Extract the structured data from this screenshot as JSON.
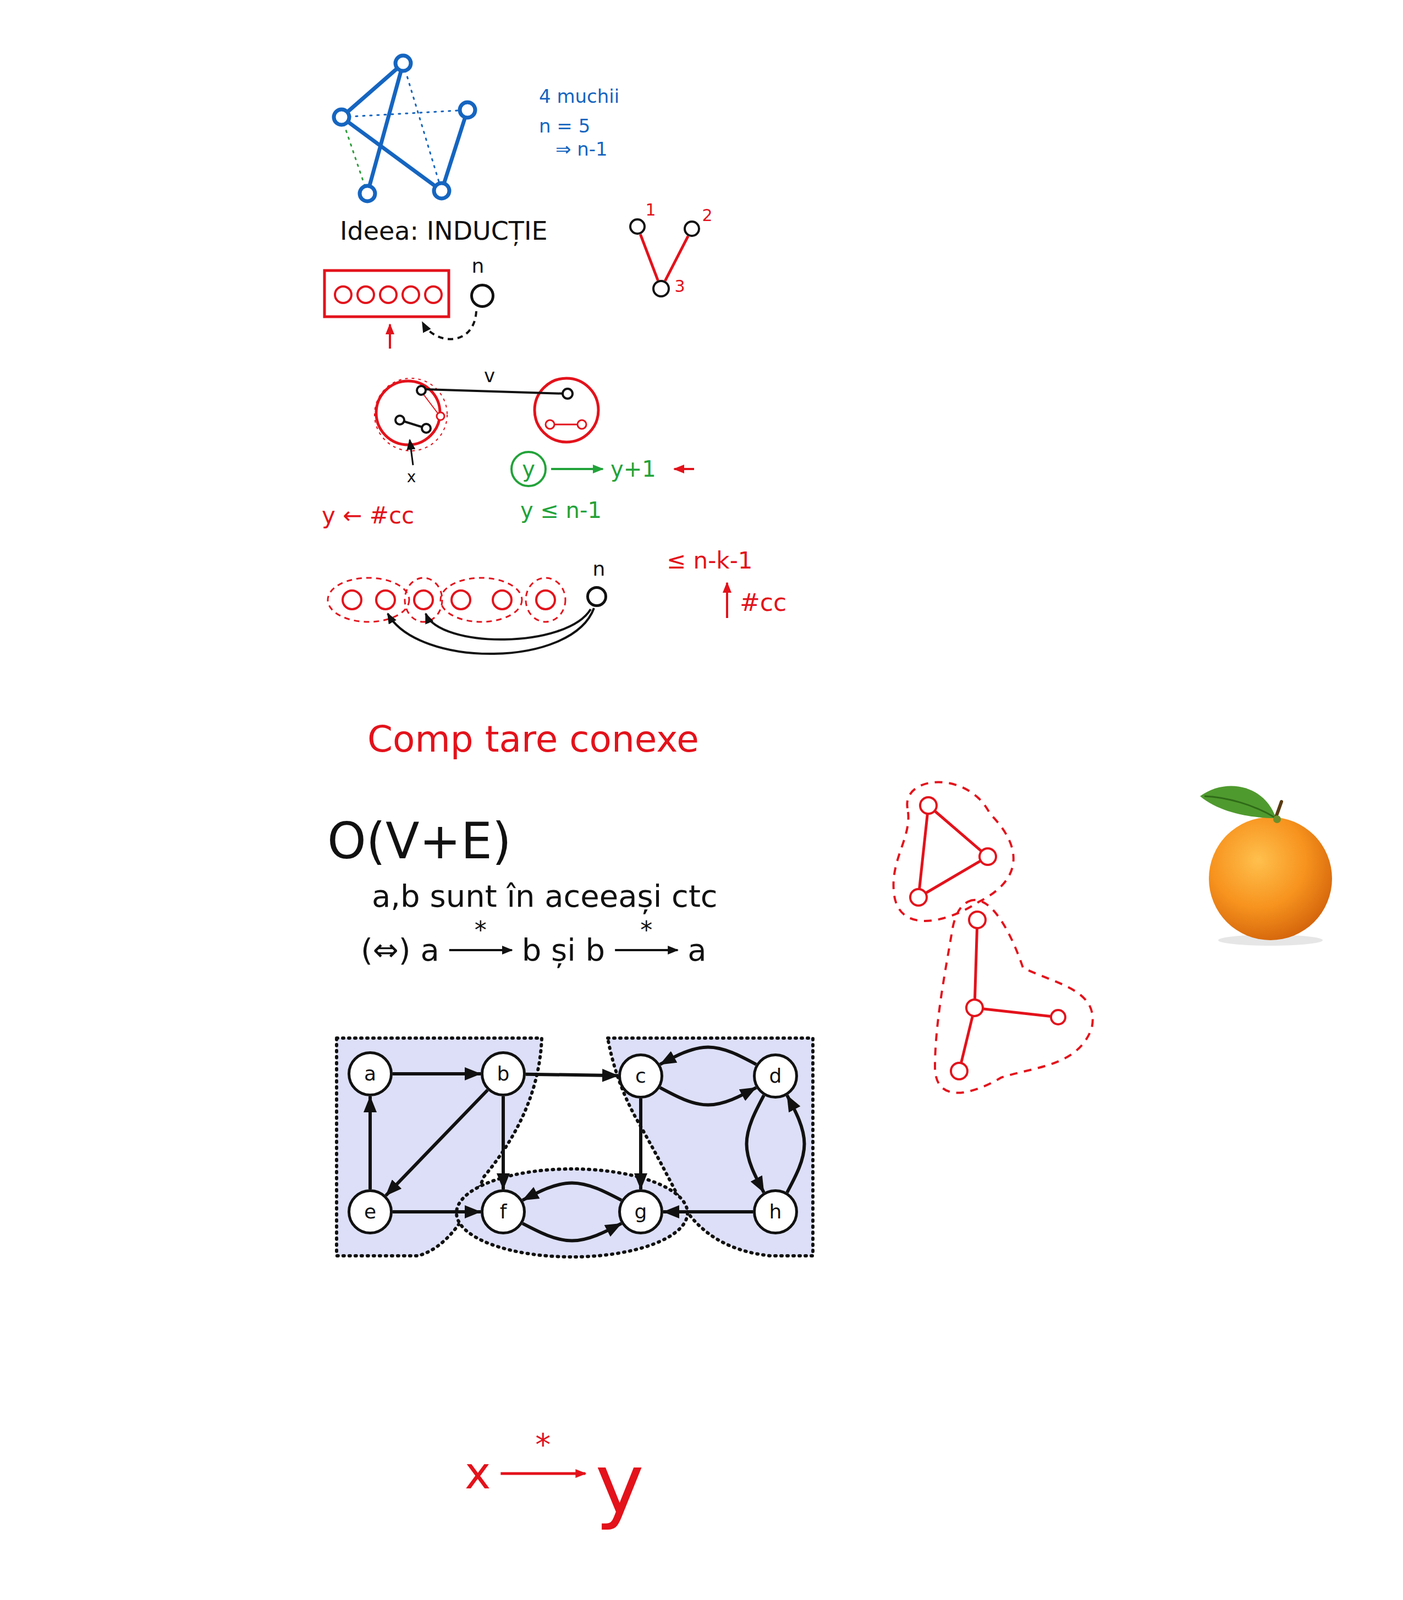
{
  "diagram": {
    "nodes": [
      {
        "text": [
          "1"
        ]
      },
      {
        "text": [
          "2"
        ]
      },
      {
        "text": [
          "3"
        ]
      },
      {
        "text": [
          "n"
        ]
      },
      {
        "text": [
          "y"
        ]
      },
      {
        "text": [
          "n"
        ]
      },
      {
        "text": [
          "a"
        ]
      },
      {
        "text": [
          "b"
        ]
      },
      {
        "text": [
          "c"
        ]
      },
      {
        "text": [
          "d"
        ]
      },
      {
        "text": [
          "e"
        ]
      },
      {
        "text": [
          "f"
        ]
      },
      {
        "text": [
          "g"
        ]
      },
      {
        "text": [
          "h"
        ]
      }
    ],
    "edges": [
      {
        "from": 0,
        "to": 2,
        "arrow": "none"
      },
      {
        "from": 1,
        "to": 2,
        "arrow": "none"
      },
      {
        "from": 6,
        "to": 7,
        "arrow": "to"
      },
      {
        "from": 7,
        "to": 8,
        "arrow": "to"
      },
      {
        "from": 7,
        "to": 10,
        "arrow": "to"
      },
      {
        "from": 7,
        "to": 11,
        "arrow": "to"
      },
      {
        "from": 10,
        "to": 6,
        "arrow": "to"
      },
      {
        "from": 10,
        "to": 11,
        "arrow": "to"
      },
      {
        "from": 8,
        "to": 9,
        "arrow": "to"
      },
      {
        "from": 9,
        "to": 8,
        "arrow": "to"
      },
      {
        "from": 9,
        "to": 13,
        "arrow": "to"
      },
      {
        "from": 13,
        "to": 9,
        "arrow": "to"
      },
      {
        "from": 8,
        "to": 12,
        "arrow": "to"
      },
      {
        "from": 13,
        "to": 12,
        "arrow": "to"
      },
      {
        "from": 11,
        "to": 12,
        "arrow": "to"
      },
      {
        "from": 12,
        "to": 11,
        "arrow": "to"
      }
    ],
    "labels": [
      "4 muchii",
      "n = 5",
      "⇒ n-1",
      "Ideea: INDUCȚIE",
      "v",
      "x",
      "y ← #cc",
      "y+1",
      "y ≤ n-1",
      "≤ n-k-1",
      "#cc",
      "Comp tare conexe",
      "O(V+E)",
      "a,b sunt în aceeași ctc",
      "(⇔) a",
      "*",
      "b și b",
      "*",
      "a",
      "x",
      "*",
      "y"
    ]
  }
}
